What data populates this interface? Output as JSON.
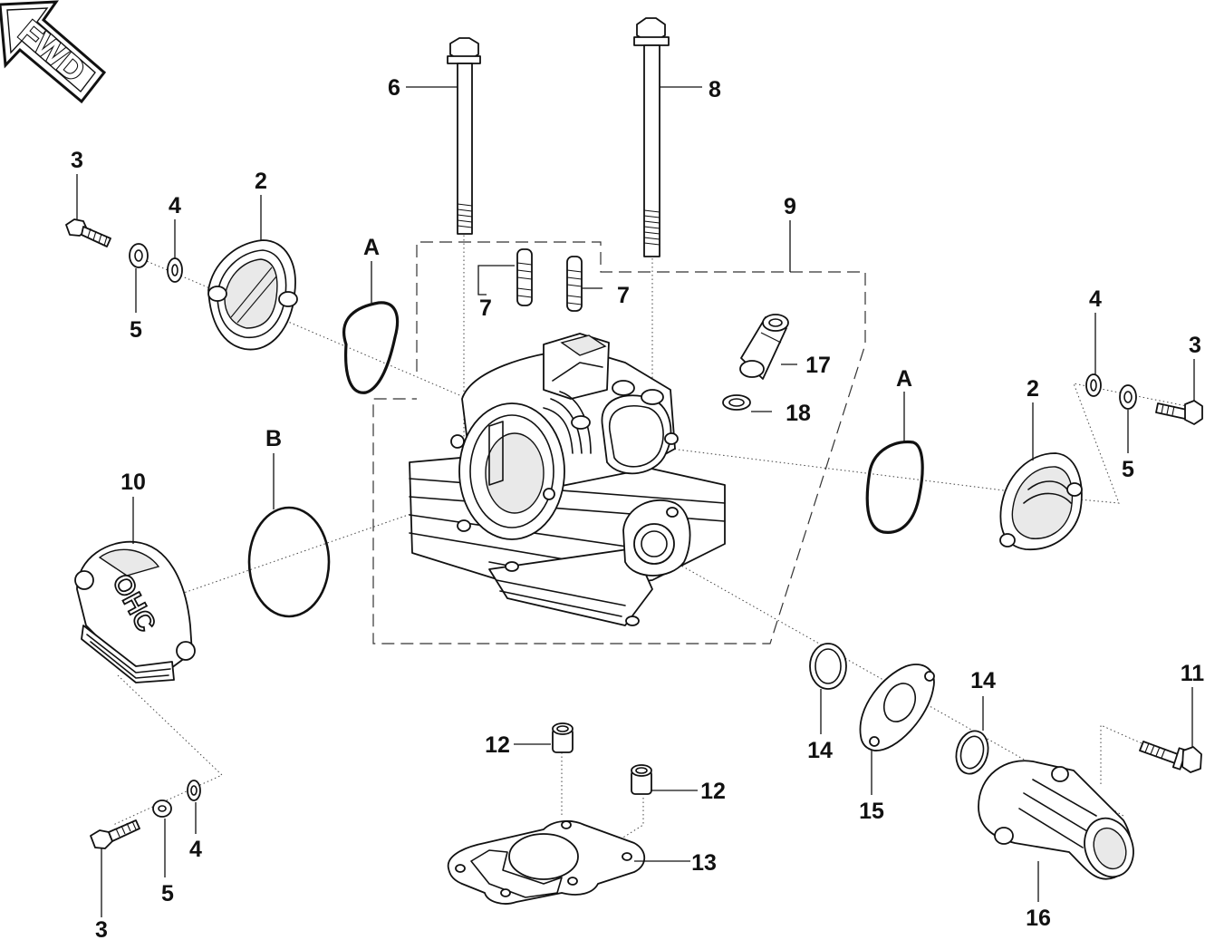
{
  "direction_badge": {
    "text": "FWD"
  },
  "cover_logo": {
    "text": "OHC"
  },
  "callouts": {
    "c3_topleft": "3",
    "c2_topleft": "2",
    "c4_topleft": "4",
    "c5_topleft": "5",
    "cA_left": "A",
    "c6": "6",
    "c8": "8",
    "c9": "9",
    "c7_left": "7",
    "c7_right": "7",
    "c17": "17",
    "c18": "18",
    "cA_right": "A",
    "c2_right": "2",
    "c4_right": "4",
    "c3_right": "3",
    "c5_right": "5",
    "cB": "B",
    "c10": "10",
    "c14_left": "14",
    "c15": "15",
    "c14_right": "14",
    "c11": "11",
    "c16": "16",
    "c12_top": "12",
    "c12_right": "12",
    "c13": "13",
    "c3_bottom": "3",
    "c5_bottom": "5",
    "c4_bottom": "4"
  }
}
